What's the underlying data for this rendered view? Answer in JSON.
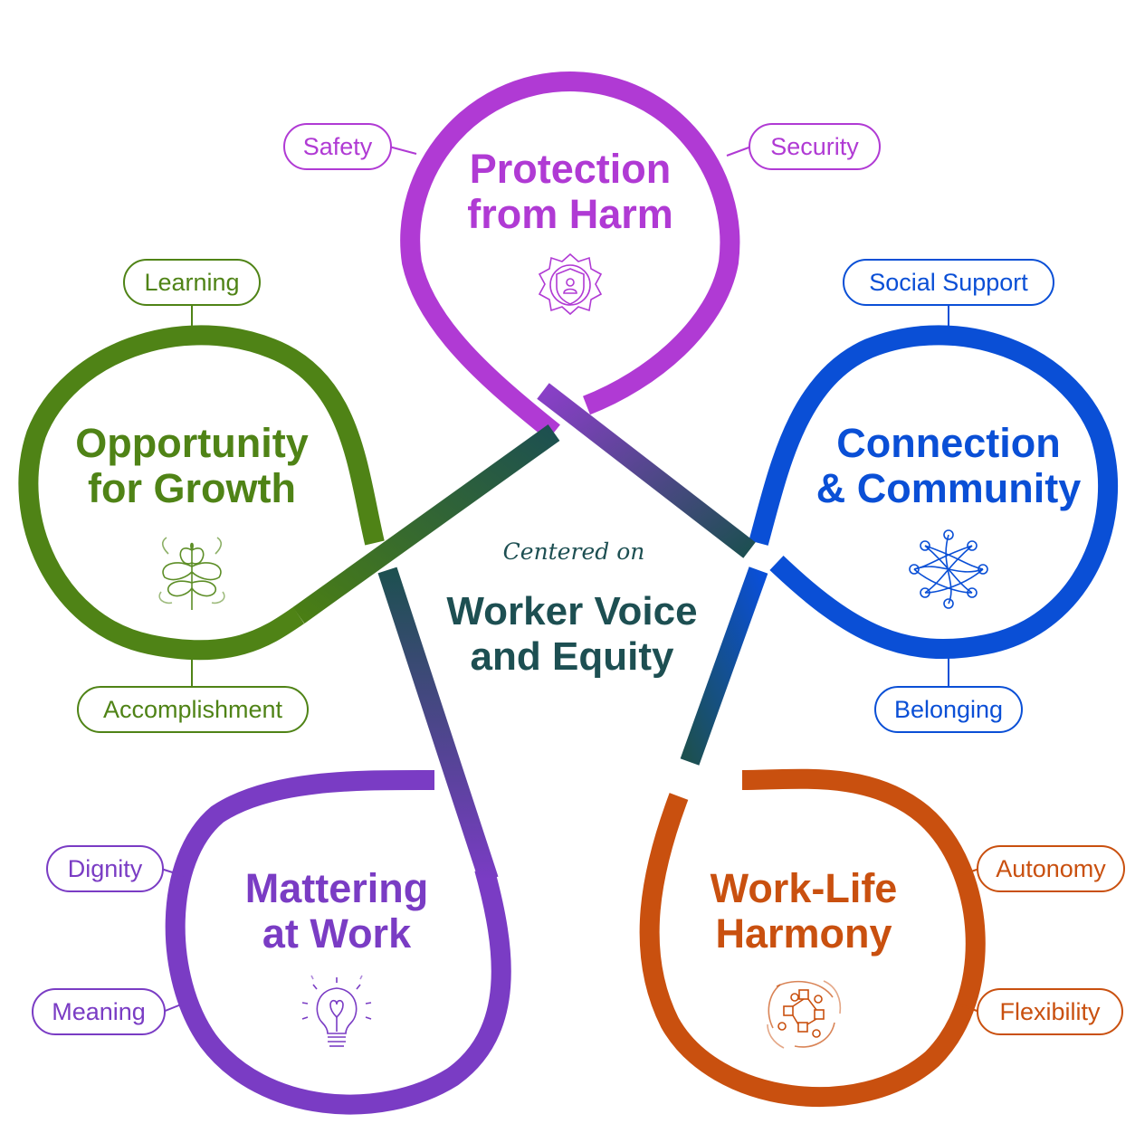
{
  "center": {
    "subtitle": "Centered on",
    "title_line1": "Worker Voice",
    "title_line2": "and Equity",
    "color": "#1d4f52"
  },
  "pillars": [
    {
      "id": "protection",
      "title_line1": "Protection",
      "title_line2": "from Harm",
      "icon": "shield-person-icon",
      "color": "#b03ad4",
      "tags": [
        "Safety",
        "Security"
      ]
    },
    {
      "id": "connection",
      "title_line1": "Connection",
      "title_line2": "& Community",
      "icon": "network-icon",
      "color": "#0a4fd6",
      "tags": [
        "Social Support",
        "Belonging"
      ]
    },
    {
      "id": "worklife",
      "title_line1": "Work-Life",
      "title_line2": "Harmony",
      "icon": "flow-icon",
      "color": "#c9500f",
      "tags": [
        "Autonomy",
        "Flexibility"
      ]
    },
    {
      "id": "mattering",
      "title_line1": "Mattering",
      "title_line2": "at Work",
      "icon": "lightbulb-heart-icon",
      "color": "#7a3cc4",
      "tags": [
        "Dignity",
        "Meaning"
      ]
    },
    {
      "id": "growth",
      "title_line1": "Opportunity",
      "title_line2": "for Growth",
      "icon": "plant-icon",
      "color": "#4a7e14",
      "tags": [
        "Learning",
        "Accomplishment"
      ]
    }
  ]
}
